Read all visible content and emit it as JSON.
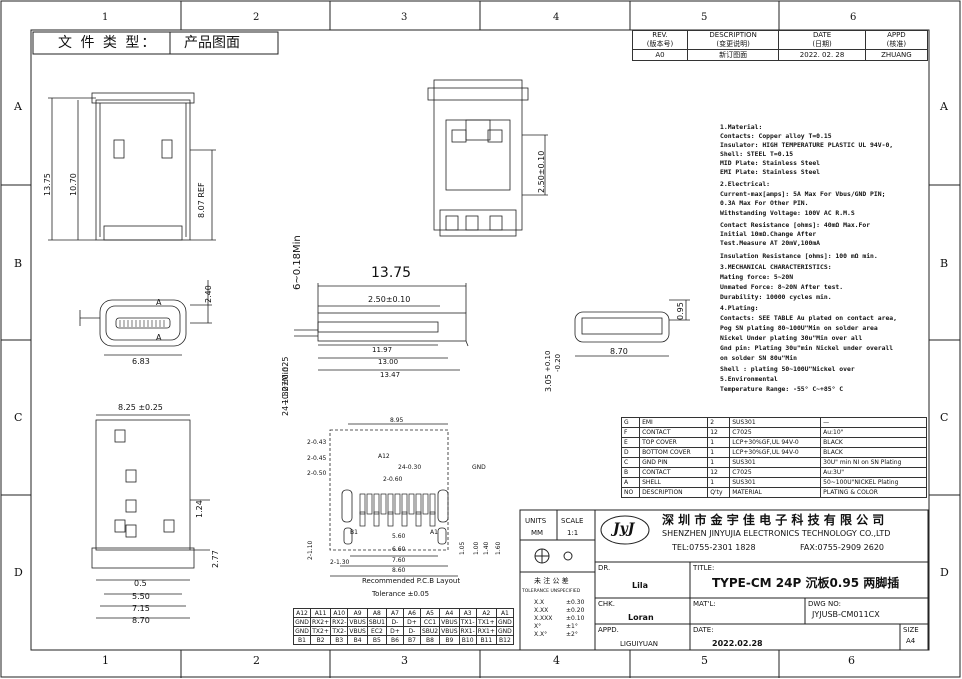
{
  "border": {
    "col_numbers": [
      "1",
      "2",
      "3",
      "4",
      "5",
      "6"
    ],
    "row_letters": [
      "A",
      "B",
      "C",
      "D"
    ]
  },
  "file_type": {
    "label": "文 件 类 型：",
    "value": "产品图面"
  },
  "revision": {
    "headers": [
      [
        "REV.",
        "(版本号)"
      ],
      [
        "DESCRIPTION",
        "(变更说明)"
      ],
      [
        "DATE",
        "(日期)"
      ],
      [
        "APPD",
        "(核准)"
      ]
    ],
    "row": [
      "A0",
      "新订图面",
      "2022. 02. 28",
      "ZHUANG"
    ]
  },
  "dims": {
    "top_13_75": "13.75",
    "top_10_70": "10.70",
    "top_8_07": "8.07 REF",
    "top_2_50": "2.50±0.10",
    "side_title_13_75": "13.75",
    "side_2_50": "2.50±0.10",
    "side_11_97": "11.97",
    "side_13_00": "13.00",
    "side_13_47": "13.47",
    "side_6_018": "6~0.18Min",
    "side_130": "1.30±0.025",
    "side_24_027": "24~0.27Min",
    "front_2_40": "2.40",
    "front_6_83": "6.83",
    "front_A": "A",
    "right_0_95": "0.95",
    "right_8_70": "8.70",
    "right_3_05": "3.05",
    "right_010": "+0.10",
    "right_020": "-0.20",
    "bot_8_25": "8.25 ±0.25",
    "bot_1_24": "1.24",
    "bot_2_77": "2.77",
    "bot_0_5": "0.5",
    "bot_5_50": "5.50",
    "bot_7_15": "7.15",
    "bot_8_70": "8.70"
  },
  "pcb": {
    "labels": [
      "8.95",
      "2-0.43",
      "2-0.45",
      "2-0.50",
      "A12",
      "24-0.30",
      "2-0.60",
      "GND",
      "2-1.10",
      "B1",
      "A1",
      "2-1.30",
      "5.60",
      "6.60",
      "8.60",
      "7.60"
    ],
    "title": "Recommended P.C.B Layout",
    "tolerance": "Tolerance ±0.05",
    "side_dims": [
      "1.05",
      "1.00",
      "1.40",
      "1.60"
    ]
  },
  "pin_table": {
    "top_nums": [
      "A12",
      "A11",
      "A10",
      "A9",
      "A8",
      "A7",
      "A6",
      "A5",
      "A4",
      "A3",
      "A2",
      "A1"
    ],
    "top_names": [
      "GND",
      "RX2+",
      "RX2-",
      "VBUS",
      "SBU1",
      "D-",
      "D+",
      "CC1",
      "VBUS",
      "TX1-",
      "TX1+",
      "GND"
    ],
    "bot_names": [
      "GND",
      "TX2+",
      "TX2-",
      "VBUS",
      "EC2",
      "D+",
      "D-",
      "SBU2",
      "VBUS",
      "RX1-",
      "RX1+",
      "GND"
    ],
    "bot_nums": [
      "B1",
      "B2",
      "B3",
      "B4",
      "B5",
      "B6",
      "B7",
      "B8",
      "B9",
      "B10",
      "B11",
      "B12"
    ]
  },
  "notes": [
    "1.Material:",
    "  Contacts: Copper alloy T=0.15",
    "  Insulator: HIGH TEMPERATURE PLASTIC UL 94V-0,",
    "  Shell: STEEL T=0.15",
    "  MID Plate: Stainless Steel",
    "  EMI Plate: Stainless Steel",
    "2.Electrical:",
    "  Current-max[amps]: 5A Max For Vbus/GND PIN;",
    "                    0.3A Max For Other PIN.",
    "  Withstanding Voltage: 100V AC R.M.S",
    "  Contact Resistance [ohms]: 40mΩ Max.For",
    "                    Initial 10mΩ.Change After",
    "                    Test.Measure AT 20mV,100mA",
    "  Insulation Resistance [ohms]: 100 mΩ min.",
    "3.MECHANICAL CHARACTERISTICS:",
    "  Mating force: 5~20N",
    "  Unmated Force: 8~20N After test.",
    "  Durability: 10000 cycles min.",
    "4.Plating:",
    "  Contacts: SEE TABLE Au plated on contact area,",
    "    Pog SN plating 80~100U\"Min on solder area",
    "    Nickel Under plating 30u\"Min over all",
    "  Gnd pin: Plating 30u\"min Nickel under overall",
    "          on solder SN 80u\"Min",
    "  Shell : plating 50~100U\"Nickel over",
    "5.Environmental",
    "  Temperature Range: -55° C~+85° C"
  ],
  "bom": [
    [
      "G",
      "EMI",
      "2",
      "SUS301",
      "—"
    ],
    [
      "F",
      "CONTACT",
      "12",
      "C7025",
      "Au:10\""
    ],
    [
      "E",
      "TOP COVER",
      "1",
      "LCP+30%GF,UL 94V-0",
      "BLACK"
    ],
    [
      "D",
      "BOTTOM COVER",
      "1",
      "LCP+30%GF,UL 94V-0",
      "BLACK"
    ],
    [
      "C",
      "GND PIN",
      "1",
      "SUS301",
      "30U\" min NI on SN Plating"
    ],
    [
      "B",
      "CONTACT",
      "12",
      "C7025",
      "Au:3U\""
    ],
    [
      "A",
      "SHELL",
      "1",
      "SUS301",
      "50~100U\"NICKEL Plating"
    ],
    [
      "NO",
      "DESCRIPTION",
      "Q'ty",
      "MATERIAL",
      "PLATING & COLOR"
    ]
  ],
  "title_block": {
    "units_label": "UNITS",
    "units_value": "MM",
    "scale_label": "SCALE",
    "scale_value": "1:1",
    "logo": "JyJ",
    "company_cn": "深 圳 市 金 宇 佳 电 子 科 技 有 限 公 司",
    "company_en": "SHENZHEN JINYUJIA ELECTRONICS TECHNOLOGY  CO.,LTD",
    "tel": "TEL:0755-2301 1828",
    "fax": "FAX:0755-2909 2620",
    "dr_label": "DR.",
    "dr_value": "Lila",
    "title_label": "TITLE:",
    "title_value": "TYPE-CM 24P 沉板0.95 两脚插",
    "chk_label": "CHK.",
    "chk_value": "Loran",
    "mat_label": "MAT'L:",
    "dwg_label": "DWG NO:",
    "dwg_value": "JYJUSB-CM011CX",
    "appd_label": "APPD.",
    "appd_value": "LIGUIYUAN",
    "date_label": "DATE:",
    "date_value": "2022.02.28",
    "size_label": "SIZE",
    "size_value": "A4",
    "tol_title": "未 注 公 差",
    "tol_sub": "TOLERANCE UNSPECIFIED",
    "tol_rows": [
      [
        "X.X",
        "±0.30"
      ],
      [
        "X.XX",
        "±0.20"
      ],
      [
        "X.XXX",
        "±0.10"
      ],
      [
        "X°",
        "±1°"
      ],
      [
        "X.X°",
        "±2°"
      ]
    ]
  }
}
